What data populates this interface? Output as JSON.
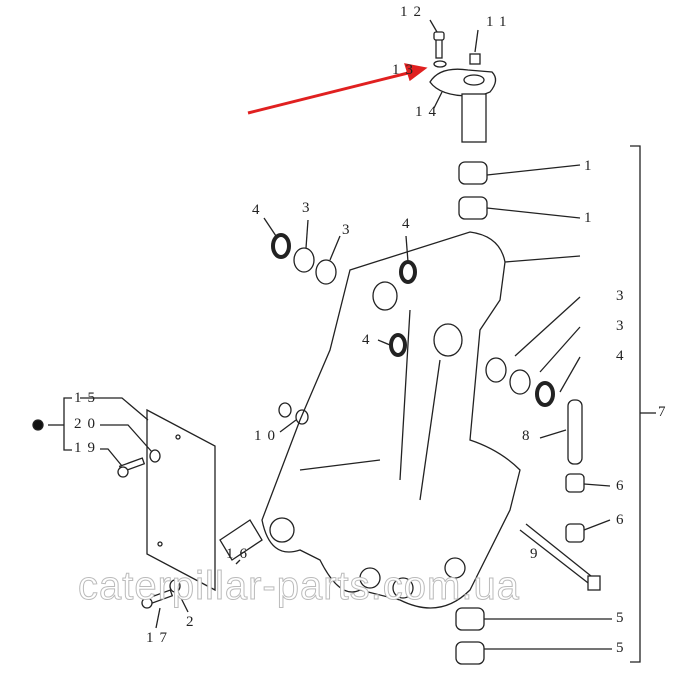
{
  "callouts": {
    "c12": "12",
    "c11": "11",
    "c13": "13",
    "c14": "14",
    "c1a": "1",
    "c1b": "1",
    "c4a": "4",
    "c3a": "3",
    "c3b": "3",
    "c4b": "4",
    "c4c": "4",
    "c7": "7",
    "c3c": "3",
    "c3d": "3",
    "c4d": "4",
    "c10": "10",
    "c8": "8",
    "c6a": "6",
    "c6b": "6",
    "c9": "9",
    "c5a": "5",
    "c5b": "5",
    "c15": "15",
    "c20": "20",
    "c19": "19",
    "c16": "16",
    "c17": "17",
    "c2": "2"
  },
  "watermark": "caterpillar-parts.com.ua",
  "colors": {
    "arrow": "#e02020",
    "line": "#222222"
  }
}
